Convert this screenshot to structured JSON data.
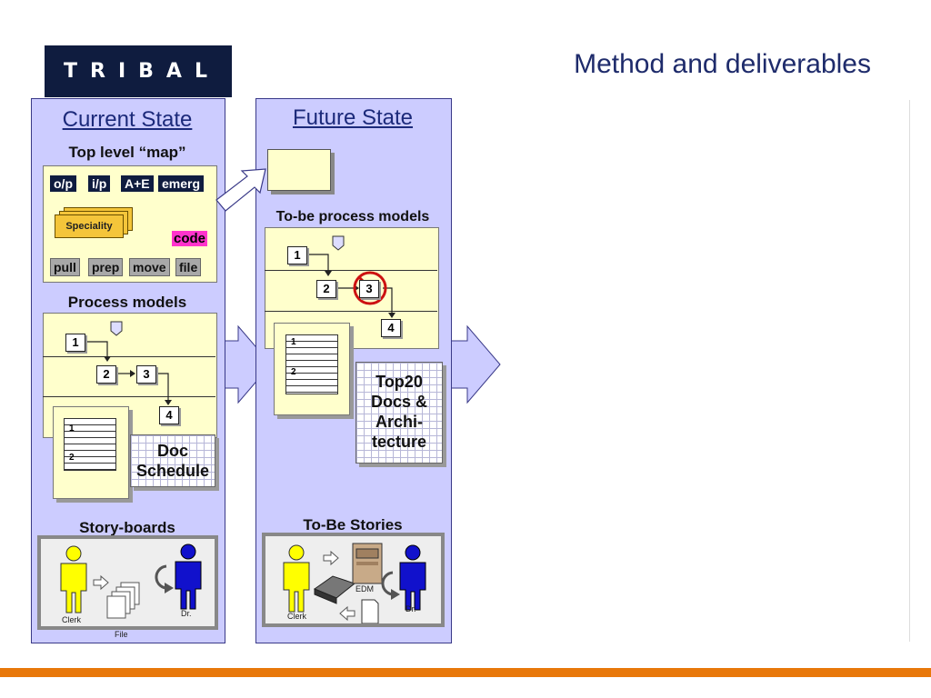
{
  "logo": {
    "text": "TRIBAL"
  },
  "header": {
    "title": "Method and deliverables"
  },
  "current": {
    "title": "Current State",
    "map": {
      "label": "Top level “map”",
      "dark_tags": [
        "o/p",
        "i/p",
        "A+E",
        "emerg"
      ],
      "speciality": "Speciality",
      "code": "code",
      "grey_tags": [
        "pull",
        "prep",
        "move",
        "file"
      ]
    },
    "process": {
      "label": "Process models",
      "steps": [
        "1",
        "2",
        "3",
        "4"
      ],
      "doc_nums": [
        "1",
        "2"
      ],
      "doc_schedule": "Doc Schedule"
    },
    "story": {
      "label": "Story-boards",
      "clerk": "Clerk",
      "file": "File",
      "dr": "Dr."
    }
  },
  "future": {
    "title": "Future State",
    "tobe": {
      "label": "To-be process models",
      "steps": [
        "1",
        "2",
        "3",
        "4"
      ],
      "doc_nums": [
        "1",
        "2"
      ],
      "top20": "Top20 Docs & Archi- tecture"
    },
    "story": {
      "label": "To-Be Stories",
      "clerk": "Clerk",
      "edm": "EDM",
      "dr": "Dr."
    }
  },
  "colors": {
    "column_fill": "#ccccff",
    "navy": "#0f1c3f",
    "note_yellow": "#ffffcc",
    "accent_orange": "#e8780a",
    "code_pink": "#ff33cc"
  }
}
